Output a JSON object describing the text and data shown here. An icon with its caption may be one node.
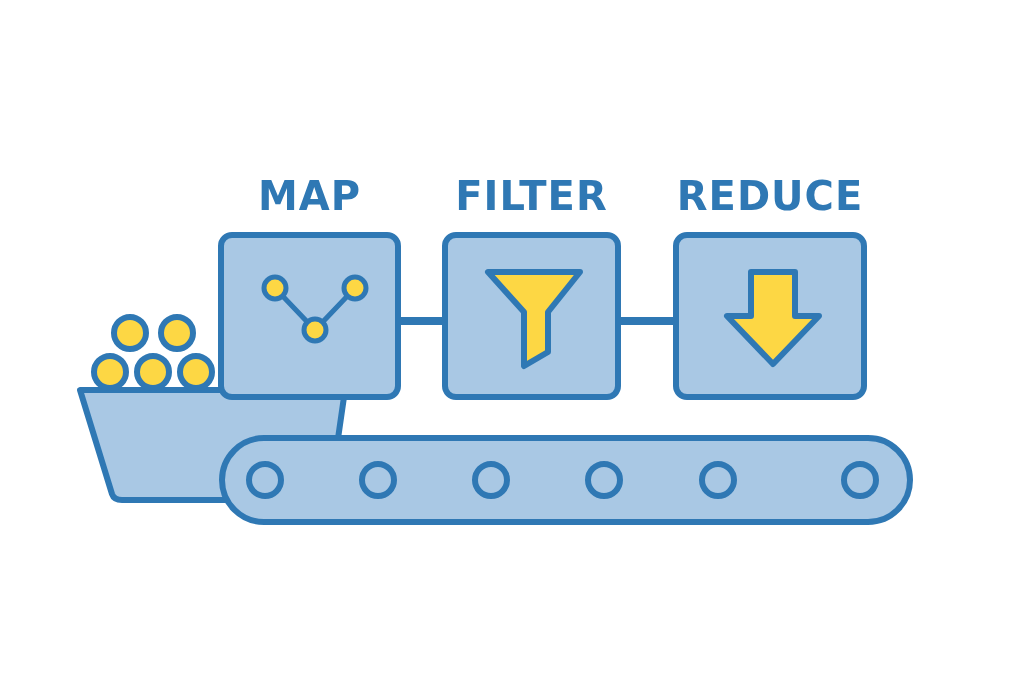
{
  "diagram": {
    "nodes": [
      {
        "text": [
          "MAP"
        ]
      },
      {
        "text": [
          "FILTER"
        ]
      },
      {
        "text": [
          "REDUCE"
        ]
      }
    ],
    "edges": [
      {
        "from": 0,
        "to": 1,
        "arrow": "none"
      },
      {
        "from": 1,
        "to": 2,
        "arrow": "none"
      }
    ]
  }
}
